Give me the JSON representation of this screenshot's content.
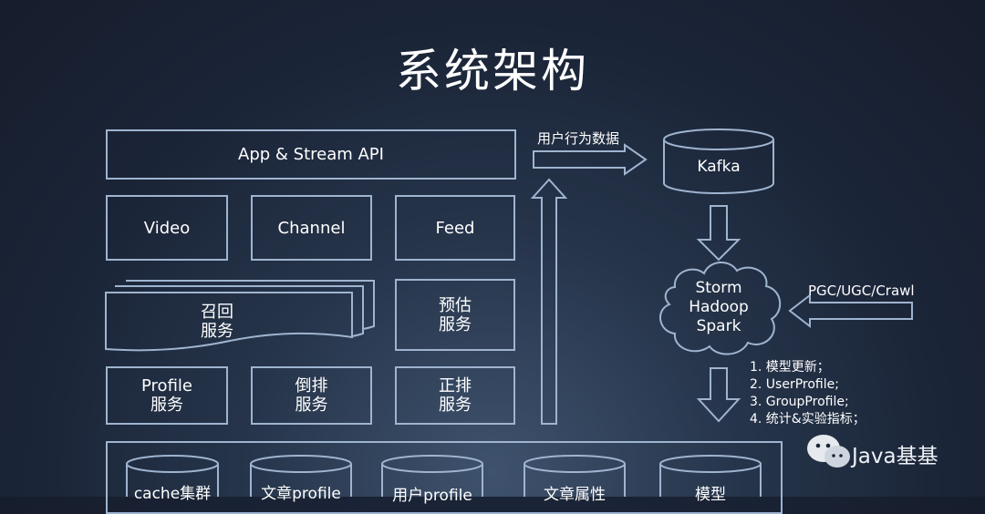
{
  "title": "系统架构",
  "api_box": "App & Stream API",
  "modules": {
    "video": "Video",
    "channel": "Channel",
    "feed": "Feed",
    "recall": "召回\n服务",
    "estimate": "预估\n服务",
    "profile": "Profile\n服务",
    "inverted": "倒排\n服务",
    "forward": "正排\n服务"
  },
  "flow": {
    "user_behavior": "用户行为数据",
    "kafka": "Kafka",
    "cluster": [
      "Storm",
      "Hadoop",
      "Spark"
    ],
    "sources": "PGC/UGC/Crawl",
    "notes": [
      "1. 模型更新；",
      "2. UserProfile;",
      "3. GroupProfile;",
      "4. 统计&实验指标；"
    ]
  },
  "storage": [
    "cache集群",
    "文章profile",
    "用户profile",
    "文章属性",
    "模型"
  ],
  "watermark": "Java基基",
  "colors": {
    "line": "#9fb4cf",
    "background": "#1b2538",
    "text": "#ffffff"
  }
}
